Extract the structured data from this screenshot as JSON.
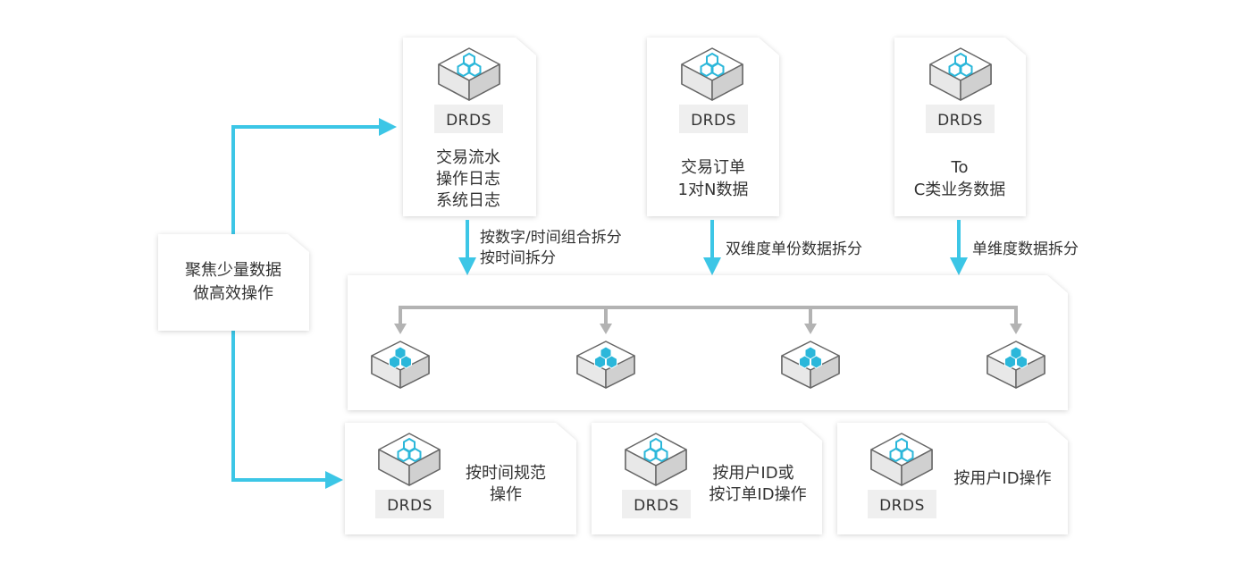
{
  "colors": {
    "accent": "#3cc6e6",
    "connector": "#b3b3b3",
    "card": "#ffffff",
    "text": "#333333"
  },
  "top_nodes": [
    {
      "badge": "DRDS",
      "lines": [
        "交易流水",
        "操作日志",
        "系统日志"
      ],
      "arrow_label": [
        "按数字/时间组合拆分",
        "按时间拆分"
      ]
    },
    {
      "badge": "DRDS",
      "lines": [
        "交易订单",
        "1对N数据"
      ],
      "arrow_label": [
        "双维度单份数据拆分"
      ]
    },
    {
      "badge": "DRDS",
      "lines": [
        "To",
        "C类业务数据"
      ],
      "arrow_label": [
        "单维度数据拆分"
      ]
    }
  ],
  "left_box": {
    "lines": [
      "聚焦少量数据",
      "做高效操作"
    ]
  },
  "cluster": {
    "node_count": 4,
    "icon": "cube-cluster-icon"
  },
  "bottom_nodes": [
    {
      "badge": "DRDS",
      "lines": [
        "按时间规范",
        "操作"
      ]
    },
    {
      "badge": "DRDS",
      "lines": [
        "按用户ID或",
        "按订单ID操作"
      ]
    },
    {
      "badge": "DRDS",
      "lines": [
        "按用户ID操作"
      ]
    }
  ]
}
